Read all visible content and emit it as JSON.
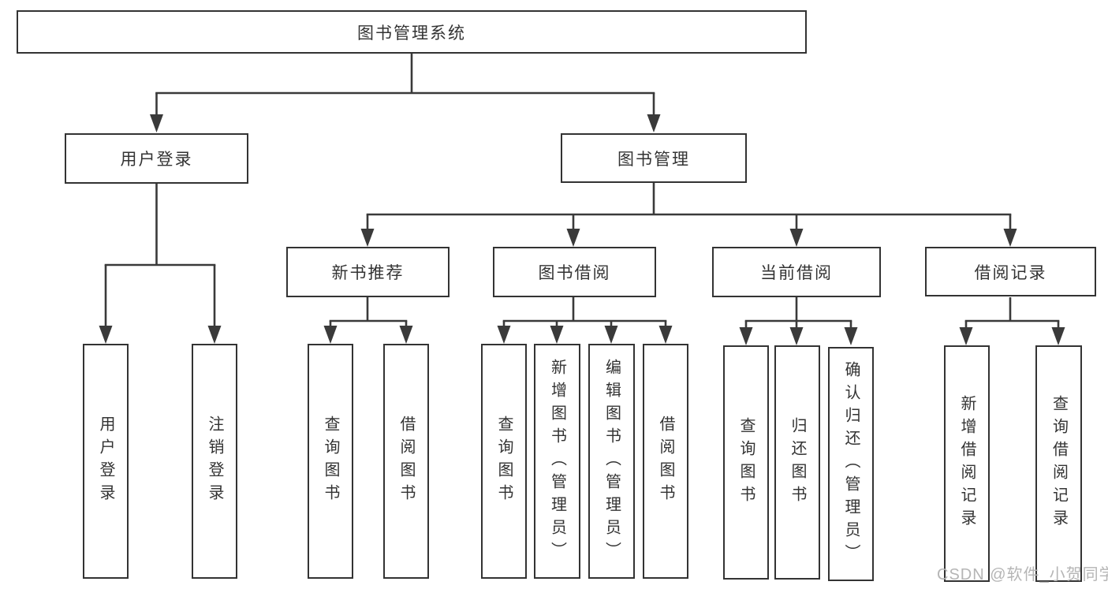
{
  "tree": {
    "label": "图书管理系统",
    "children": [
      {
        "label": "用户登录",
        "children": [
          {
            "label": "用户登录"
          },
          {
            "label": "注销登录"
          }
        ]
      },
      {
        "label": "图书管理",
        "children": [
          {
            "label": "新书推荐",
            "children": [
              {
                "label": "查询图书"
              },
              {
                "label": "借阅图书"
              }
            ]
          },
          {
            "label": "图书借阅",
            "children": [
              {
                "label": "查询图书"
              },
              {
                "label": "新增图书（管理员）"
              },
              {
                "label": "编辑图书（管理员）"
              },
              {
                "label": "借阅图书"
              }
            ]
          },
          {
            "label": "当前借阅",
            "children": [
              {
                "label": "查询图书"
              },
              {
                "label": "归还图书"
              },
              {
                "label": "确认归还（管理员）"
              }
            ]
          },
          {
            "label": "借阅记录",
            "children": [
              {
                "label": "新增借阅记录"
              },
              {
                "label": "查询借阅记录"
              }
            ]
          }
        ]
      }
    ]
  },
  "watermark": {
    "text": "CSDN @软件_小贺同学"
  },
  "colors": {
    "background": "#ffffff",
    "line": "#3a3a3a",
    "border": "#333333",
    "text": "#333333",
    "watermark": "#b5b5b5"
  }
}
